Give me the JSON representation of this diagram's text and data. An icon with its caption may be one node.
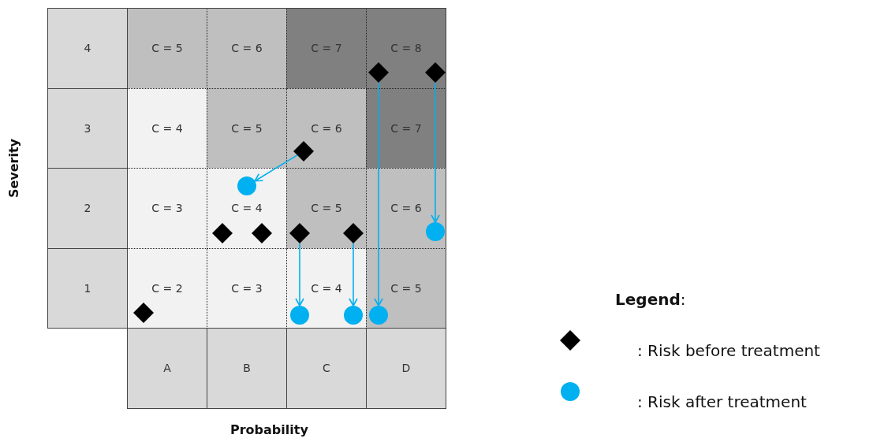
{
  "diagram": {
    "nodes": [
      {
        "text": [],
        "shape": "diamond"
      },
      {
        "text": [],
        "shape": "diamond"
      },
      {
        "text": [],
        "shape": "diamond"
      },
      {
        "text": [],
        "shape": "circle"
      },
      {
        "text": [],
        "shape": "circle"
      },
      {
        "text": [],
        "shape": "diamond"
      },
      {
        "text": [],
        "shape": "diamond"
      },
      {
        "text": [],
        "shape": "diamond"
      },
      {
        "text": [],
        "shape": "diamond"
      },
      {
        "text": [],
        "shape": "diamond"
      },
      {
        "text": [],
        "shape": "circle"
      },
      {
        "text": [],
        "shape": "circle"
      },
      {
        "text": [],
        "shape": "circle"
      }
    ],
    "edges": [
      {
        "from": 2,
        "to": 3,
        "arrow": "to"
      },
      {
        "from": 0,
        "to": 12,
        "arrow": "to"
      },
      {
        "from": 1,
        "to": 4,
        "arrow": "to"
      },
      {
        "from": 7,
        "to": 10,
        "arrow": "to"
      },
      {
        "from": 8,
        "to": 11,
        "arrow": "to"
      }
    ],
    "labels": [
      "4",
      "C = 5",
      "C = 6",
      "C = 7",
      "C = 8",
      "3",
      "C = 4",
      "C = 5",
      "C = 6",
      "C = 7",
      "2",
      "C = 3",
      "C = 4",
      "C = 5",
      "C = 6",
      "1",
      "C = 2",
      "C = 3",
      "C = 4",
      "C = 5",
      "A",
      "B",
      "C",
      "D",
      "Severity",
      "Probability",
      "**Legend**:"
    ],
    "legend": [
      {
        "text": ": Risk before treatment"
      },
      {
        "text": ": Risk after treatment"
      }
    ]
  }
}
